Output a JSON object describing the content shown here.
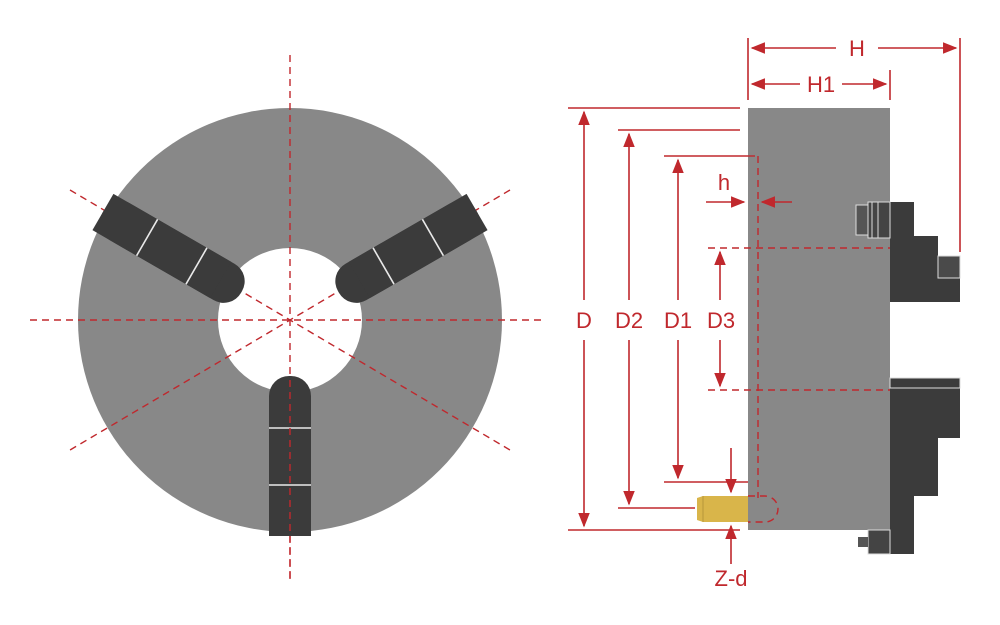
{
  "labels": {
    "H": "H",
    "H1": "H1",
    "h": "h",
    "D": "D",
    "D2": "D2",
    "D1": "D1",
    "D3": "D3",
    "Zd": "Z-d"
  },
  "colors": {
    "body_gray": "#888888",
    "jaw_dark": "#3b3b3b",
    "dimension_red": "#c0282d",
    "mounting_bolt": "#d9b54a",
    "background": "#ffffff"
  }
}
